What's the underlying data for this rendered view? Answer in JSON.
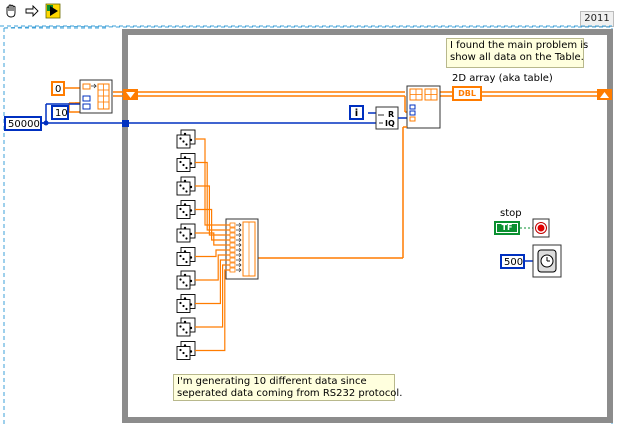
{
  "toolbar": {
    "icons": [
      "hand-icon",
      "arrow-icon",
      "run-icon"
    ],
    "version": "2011"
  },
  "constants": {
    "start": "0",
    "count": "10",
    "total": "50000",
    "index": "i",
    "wait_ms": "500"
  },
  "indicator": {
    "label": "2D array (aka table)",
    "type": "DBL"
  },
  "stop": {
    "label": "stop",
    "value": "TF"
  },
  "comments": {
    "top": "I found the main problem is\nshow all data on the Table.",
    "bottom": "I'm generating 10 different data since\nseperated data coming from RS232 protocol."
  },
  "quotient_node": {
    "r_label": "R",
    "iq_label": "IQ"
  },
  "colors": {
    "orange_wire": "#ff7c00",
    "blue_wire": "#0030c0",
    "loop_frame": "#8c8c8c",
    "structure_dashed": "#3ea0d8"
  },
  "random_generators": 10
}
